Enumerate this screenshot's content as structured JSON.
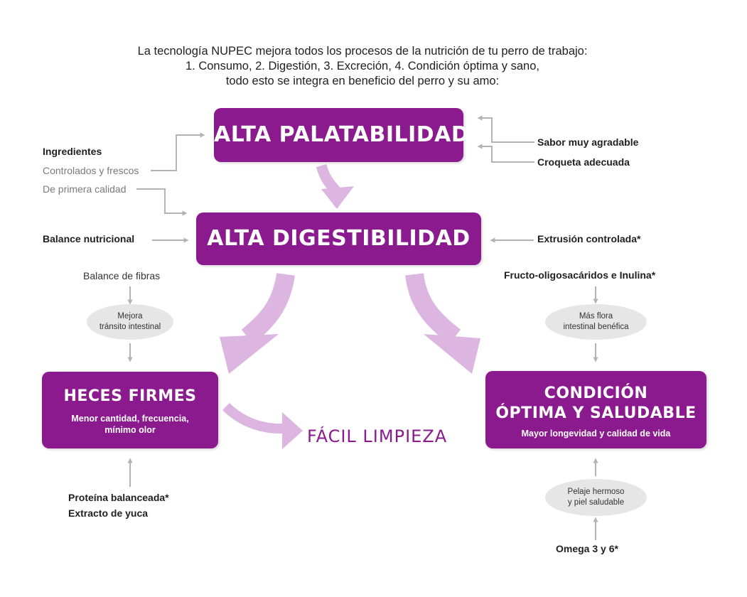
{
  "intro": {
    "line1": "La tecnología NUPEC mejora todos los procesos de la nutrición de tu perro de trabajo:",
    "line2": "1. Consumo, 2. Digestión, 3. Excreción, 4. Condición óptima y sano,",
    "line3": "todo esto se integra en beneficio del perro y su amo:"
  },
  "boxes": {
    "palatabilidad": {
      "title": "ALTA PALATABILIDAD"
    },
    "digestibilidad": {
      "title": "ALTA DIGESTIBILIDAD"
    },
    "heces": {
      "title": "HECES FIRMES",
      "sub1": "Menor cantidad, frecuencia,",
      "sub2": "mínimo olor"
    },
    "condicion": {
      "title1": "CONDICIÓN",
      "title2": "ÓPTIMA Y SALUDABLE",
      "sub": "Mayor longevidad y calidad de vida"
    }
  },
  "facil_limpieza": "FÁCIL LIMPIEZA",
  "left_inputs": {
    "ingredientes": "Ingredientes",
    "controlados": "Controlados y frescos",
    "primera_calidad": "De primera calidad",
    "balance_nutricional": "Balance nutricional",
    "balance_fibras": "Balance de fibras"
  },
  "right_inputs": {
    "sabor": "Sabor muy agradable",
    "croqueta": "Croqueta adecuada",
    "extrusion": "Extrusión controlada*",
    "fructo": "Fructo-oligosacáridos e Inulina*"
  },
  "bottom_inputs": {
    "proteina": "Proteína balanceada*",
    "yuca": "Extracto de yuca",
    "omega": "Omega 3 y 6*"
  },
  "ellipses": {
    "transito": {
      "line1": "Mejora",
      "line2": "tránsito intestinal"
    },
    "flora": {
      "line1": "Más flora",
      "line2": "intestinal benéfica"
    },
    "pelaje": {
      "line1": "Pelaje hermoso",
      "line2": "y piel saludable"
    }
  },
  "colors": {
    "box_purple": "#8b1a8e",
    "arrow_light_purple": "#dcb5e0",
    "connector_gray": "#b3b3b3",
    "ellipse_gray": "#e6e6e6"
  }
}
